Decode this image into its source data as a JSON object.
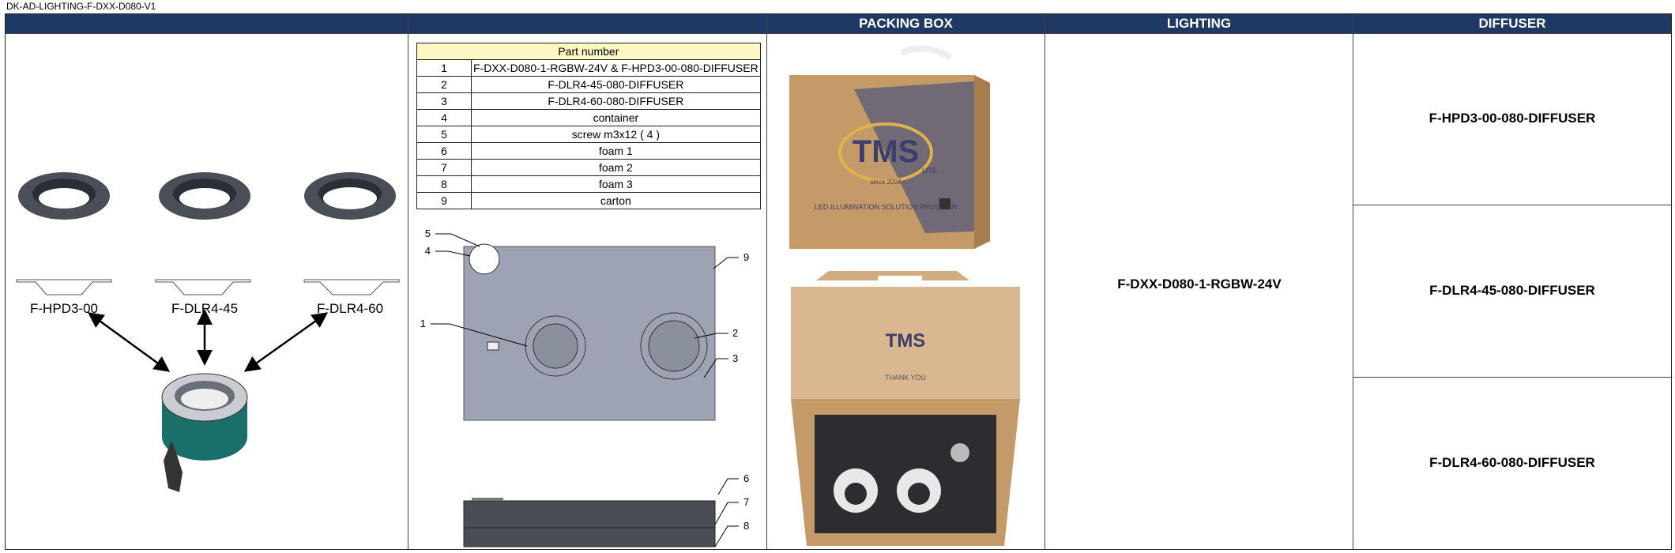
{
  "document": {
    "code": "DK-AD-LIGHTING-F-DXX-D080-V1"
  },
  "headers": [
    "",
    "",
    "PACKING BOX",
    "LIGHTING",
    "DIFFUSER"
  ],
  "assembly": {
    "diffuser_labels": [
      "F-HPD3-00",
      "F-DLR4-45",
      "F-DLR4-60"
    ]
  },
  "parts_table": {
    "header": "Part number",
    "rows": [
      {
        "no": "1",
        "part": "F-DXX-D080-1-RGBW-24V & F-HPD3-00-080-DIFFUSER"
      },
      {
        "no": "2",
        "part": "F-DLR4-45-080-DIFFUSER"
      },
      {
        "no": "3",
        "part": "F-DLR4-60-080-DIFFUSER"
      },
      {
        "no": "4",
        "part": "container"
      },
      {
        "no": "5",
        "part": "screw m3x12 ( 4 )"
      },
      {
        "no": "6",
        "part": "foam 1"
      },
      {
        "no": "7",
        "part": "foam 2"
      },
      {
        "no": "8",
        "part": "foam 3"
      },
      {
        "no": "9",
        "part": "carton"
      }
    ]
  },
  "callouts": {
    "top_view": [
      "5",
      "4",
      "9",
      "1",
      "2",
      "3"
    ],
    "side_view": [
      "6",
      "7",
      "8"
    ]
  },
  "packing_box": {
    "brand": "TMS",
    "brand_sub": "LITE",
    "since": "since 2004",
    "tagline": "LED ILLUMINATION SOLUTION PROVIDER",
    "thank_you": "THANK YOU"
  },
  "lighting": {
    "model": "F-DXX-D080-1-RGBW-24V"
  },
  "diffusers": [
    "F-HPD3-00-080-DIFFUSER",
    "F-DLR4-45-080-DIFFUSER",
    "F-DLR4-60-080-DIFFUSER"
  ],
  "colors": {
    "header_bg": "#1f3864",
    "table_header_bg": "#fdf7c3",
    "box_kraft": "#c49a68",
    "drawing_gray": "#9ea3b3"
  }
}
